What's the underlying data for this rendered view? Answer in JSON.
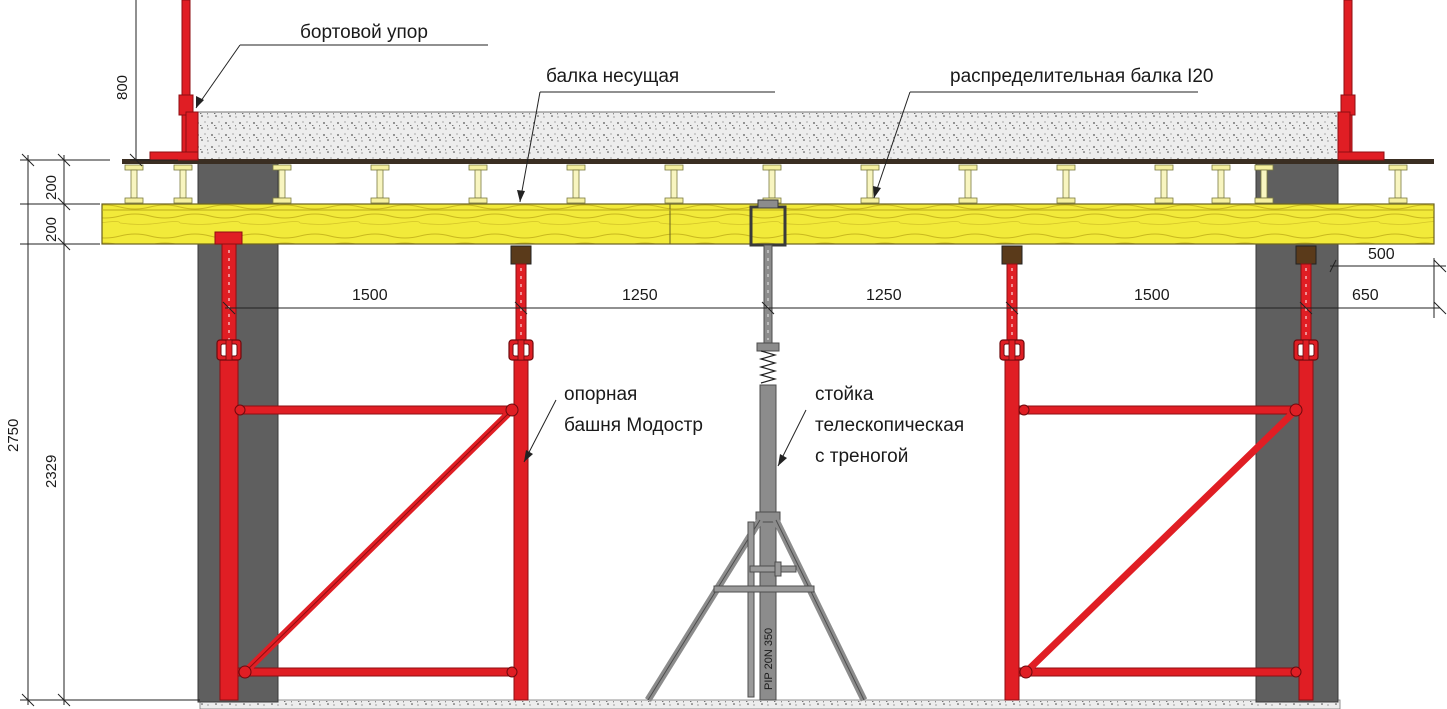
{
  "labels": {
    "side_stop": "бортовой упор",
    "main_beam": "балка несущая",
    "distribution_beam": "распределительная балка I20",
    "tower_line1": "опорная",
    "tower_line2": "башня Модостр",
    "prop_line1": "стойка",
    "prop_line2": "телескопическая",
    "prop_line3": "с треногой",
    "prop_marking": "PIP 20N 350"
  },
  "dimensions": {
    "stop_height": "800",
    "beam_top": "200",
    "beam_bottom": "200",
    "total_height": "2750",
    "tower_height": "2329",
    "span_1": "1500",
    "span_2": "1250",
    "span_3": "1250",
    "span_4": "1500",
    "overhang_1": "500",
    "overhang_2": "650"
  },
  "colors": {
    "tower_red": "#e01e24",
    "beam_yellow": "#f2ea3a",
    "column_grey": "#5f5f5f",
    "prop_grey": "#8c8c8c",
    "slab_concrete": "#ececec"
  }
}
